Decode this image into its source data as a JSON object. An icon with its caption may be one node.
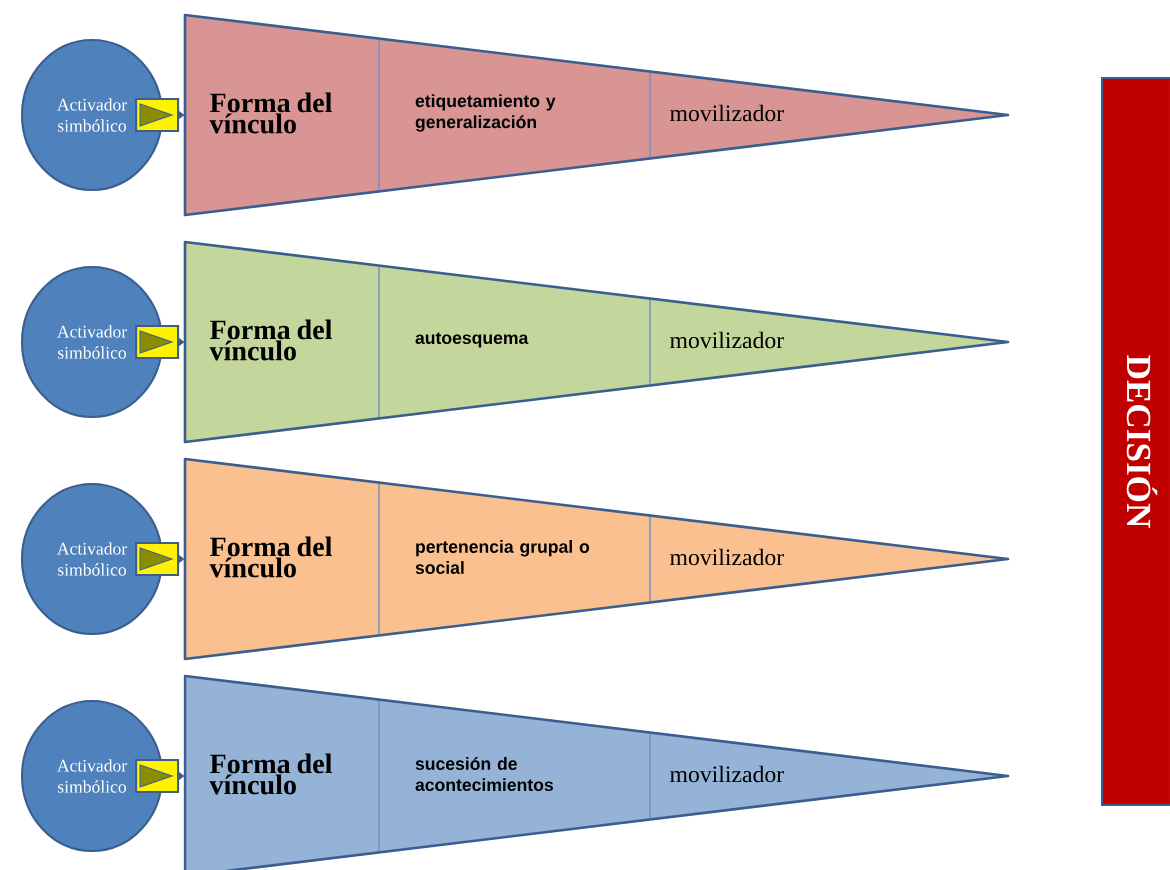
{
  "diagram": {
    "nodes": [
      {
        "text": [
          "Activador simbólico"
        ]
      },
      {
        "text": [
          "Forma del vínculo",
          "etiquetamiento y generalización",
          "movilizador"
        ]
      },
      {
        "text": [
          "Activador simbólico"
        ]
      },
      {
        "text": [
          "Forma del vínculo",
          "autoesquema",
          "movilizador"
        ]
      },
      {
        "text": [
          "Activador simbólico"
        ]
      },
      {
        "text": [
          "Forma del vínculo",
          "pertenencia grupal o social",
          "movilizador"
        ]
      },
      {
        "text": [
          "Activador simbólico"
        ]
      },
      {
        "text": [
          "Forma del vínculo",
          "sucesión de acontecimientos",
          "movilizador"
        ]
      },
      {
        "text": [
          "DECISIÓN"
        ]
      }
    ],
    "edges": [
      {
        "from": 0,
        "to": 1,
        "arrow": "to"
      },
      {
        "from": 2,
        "to": 3,
        "arrow": "to"
      },
      {
        "from": 4,
        "to": 5,
        "arrow": "to"
      },
      {
        "from": 6,
        "to": 7,
        "arrow": "to"
      }
    ]
  }
}
